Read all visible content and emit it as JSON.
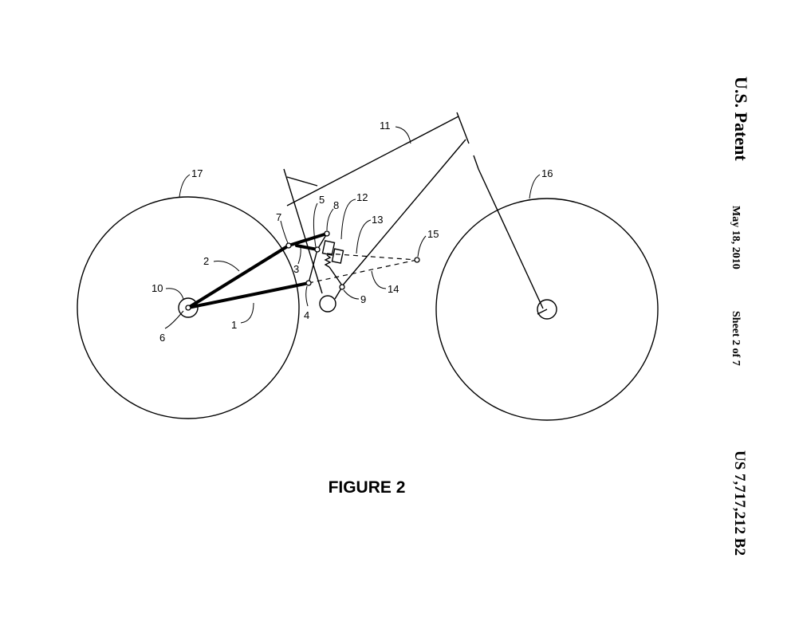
{
  "header": {
    "title": "U.S. Patent",
    "date": "May 18, 2010",
    "sheet": "Sheet 2 of 7",
    "patent_number": "US 7,717,212 B2"
  },
  "figure": {
    "caption": "FIGURE 2",
    "reference_numerals": [
      "1",
      "2",
      "3",
      "4",
      "5",
      "6",
      "7",
      "8",
      "9",
      "10",
      "11",
      "12",
      "13",
      "14",
      "15",
      "16",
      "17"
    ]
  }
}
